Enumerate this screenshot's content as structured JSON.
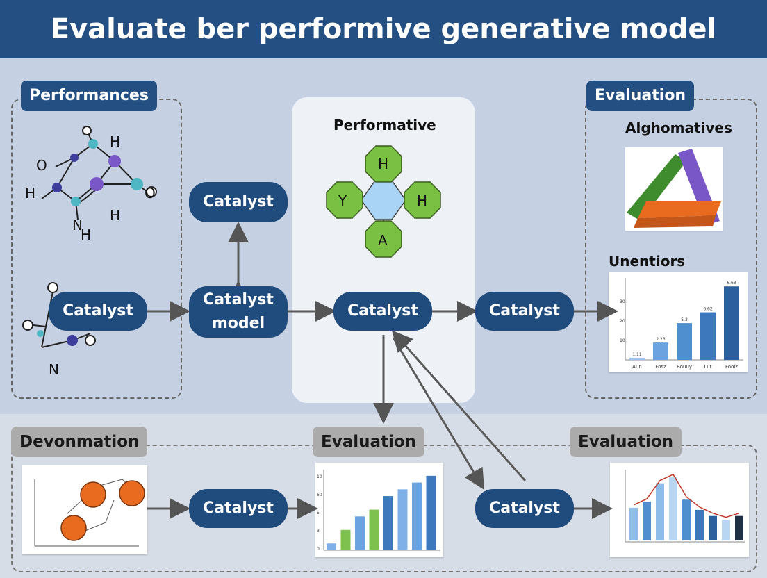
{
  "title": "Evaluate ber performive generative model",
  "labels": {
    "performances": "Performances",
    "evaluation_top": "Evaluation",
    "devonmation": "Devonmation",
    "evaluation_mid": "Evaluation",
    "evaluation_bottom_right": "Evaluation"
  },
  "center": {
    "heading": "Performative",
    "nodes": [
      "H",
      "Y",
      "H",
      "A"
    ]
  },
  "right_panel": {
    "heading_1": "Alghomatives",
    "heading_2": "Unentiors"
  },
  "molecule_labels": [
    "H",
    "O",
    "H",
    "O",
    "H",
    "N",
    "H",
    "N"
  ],
  "pills": {
    "catalyst_left": "Catalyst",
    "catalyst_upper": "Catalyst",
    "catalyst_model": "Catalyst model",
    "catalyst_center": "Catalyst",
    "catalyst_right": "Catalyst",
    "catalyst_bottom_mid": "Catalyst",
    "catalyst_bottom_right": "Catalyst"
  },
  "colors": {
    "title_bg": "#244f82",
    "pill_bg": "#204b7d",
    "octagon_green": "#7ac143",
    "hexagon_blue": "#a9d4f5",
    "bar_blue": "#4f8fcf",
    "bar_green": "#7fc14f",
    "orange": "#e86b1f",
    "purple": "#7a57c7"
  },
  "chart_data": [
    {
      "type": "bar",
      "categories": [
        "Aun",
        "Fosz",
        "Bouuy",
        "Lut",
        "Fooiz"
      ],
      "values": [
        1,
        8,
        17,
        22,
        34
      ],
      "data_labels": [
        "1.11",
        "2.23",
        "5.3",
        "6.62",
        "6.63"
      ],
      "yticks": [
        "10",
        "20",
        "30"
      ]
    },
    {
      "type": "bar",
      "values": [
        1,
        3,
        5,
        6,
        8,
        9,
        10,
        11
      ],
      "yticks": [
        "0",
        "3",
        "5",
        "60",
        "10"
      ]
    },
    {
      "type": "bar",
      "values": [
        16,
        19,
        28,
        31,
        20,
        15,
        12,
        10,
        12
      ],
      "line": [
        16,
        19,
        28,
        31,
        20,
        15,
        12,
        10,
        12
      ]
    }
  ]
}
